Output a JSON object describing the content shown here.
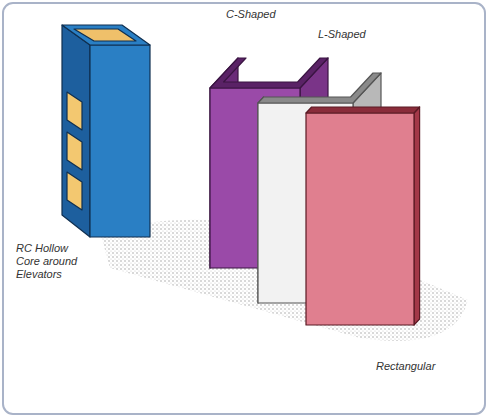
{
  "diagram": {
    "labels": [
      "RC Hollow Core around Elevators",
      "C-Shaped",
      "L-Shaped",
      "Rectangular"
    ]
  }
}
